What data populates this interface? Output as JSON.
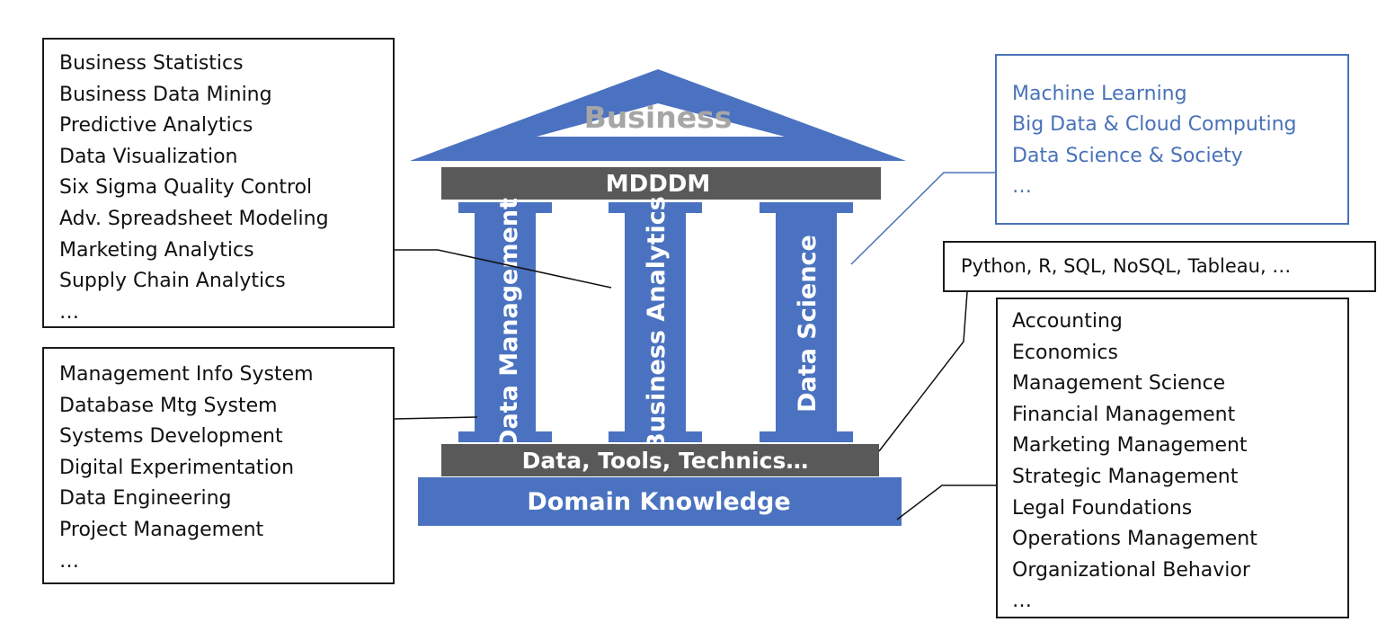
{
  "temple": {
    "roof_label": "Business",
    "architrave_label": "MDDDM",
    "pillars": [
      "Data Management",
      "Business Analytics",
      "Data Science"
    ],
    "stylobate_label": "Data, Tools, Technics…",
    "base_label": "Domain Knowledge"
  },
  "left_top_box": {
    "items": [
      "Business Statistics",
      "Business Data Mining",
      "Predictive Analytics",
      "Data Visualization",
      "Six Sigma Quality Control",
      "Adv. Spreadsheet Modeling",
      "Marketing Analytics",
      "Supply Chain Analytics",
      "…"
    ]
  },
  "left_bottom_box": {
    "items": [
      "Management Info System",
      "Database Mtg System",
      "Systems Development",
      "Digital Experimentation",
      "Data Engineering",
      "Project Management",
      "…"
    ]
  },
  "right_top_box": {
    "items": [
      "Machine Learning",
      "Big Data & Cloud Computing",
      "Data Science & Society",
      "…"
    ]
  },
  "tools_box": {
    "text": "Python, R, SQL, NoSQL, Tableau, …"
  },
  "right_bottom_box": {
    "items": [
      "Accounting",
      "Economics",
      "Management Science",
      "Financial Management",
      "Marketing Management",
      "Strategic Management",
      "Legal Foundations",
      "Operations Management",
      "Organizational Behavior",
      "…"
    ]
  },
  "colors": {
    "temple_blue": "#4a72c0",
    "gray_band": "#595959",
    "roof_text": "#a6a6a6",
    "blue_text": "#4a72b8"
  }
}
